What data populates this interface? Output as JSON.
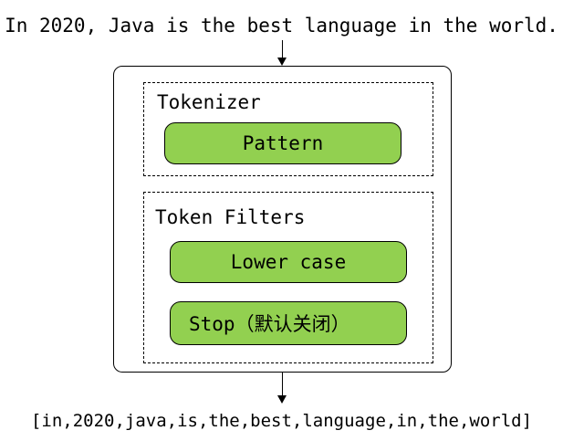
{
  "input_sentence": "In 2020, Java is the best language in the world.",
  "tokenizer": {
    "label": "Tokenizer",
    "items": [
      "Pattern"
    ]
  },
  "token_filters": {
    "label": "Token Filters",
    "items": [
      "Lower case",
      "Stop（默认关闭）"
    ]
  },
  "output_tokens": "[in,2020,java,is,the,best,language,in,the,world]",
  "colors": {
    "pill_fill": "#92d050",
    "stroke": "#000000"
  }
}
